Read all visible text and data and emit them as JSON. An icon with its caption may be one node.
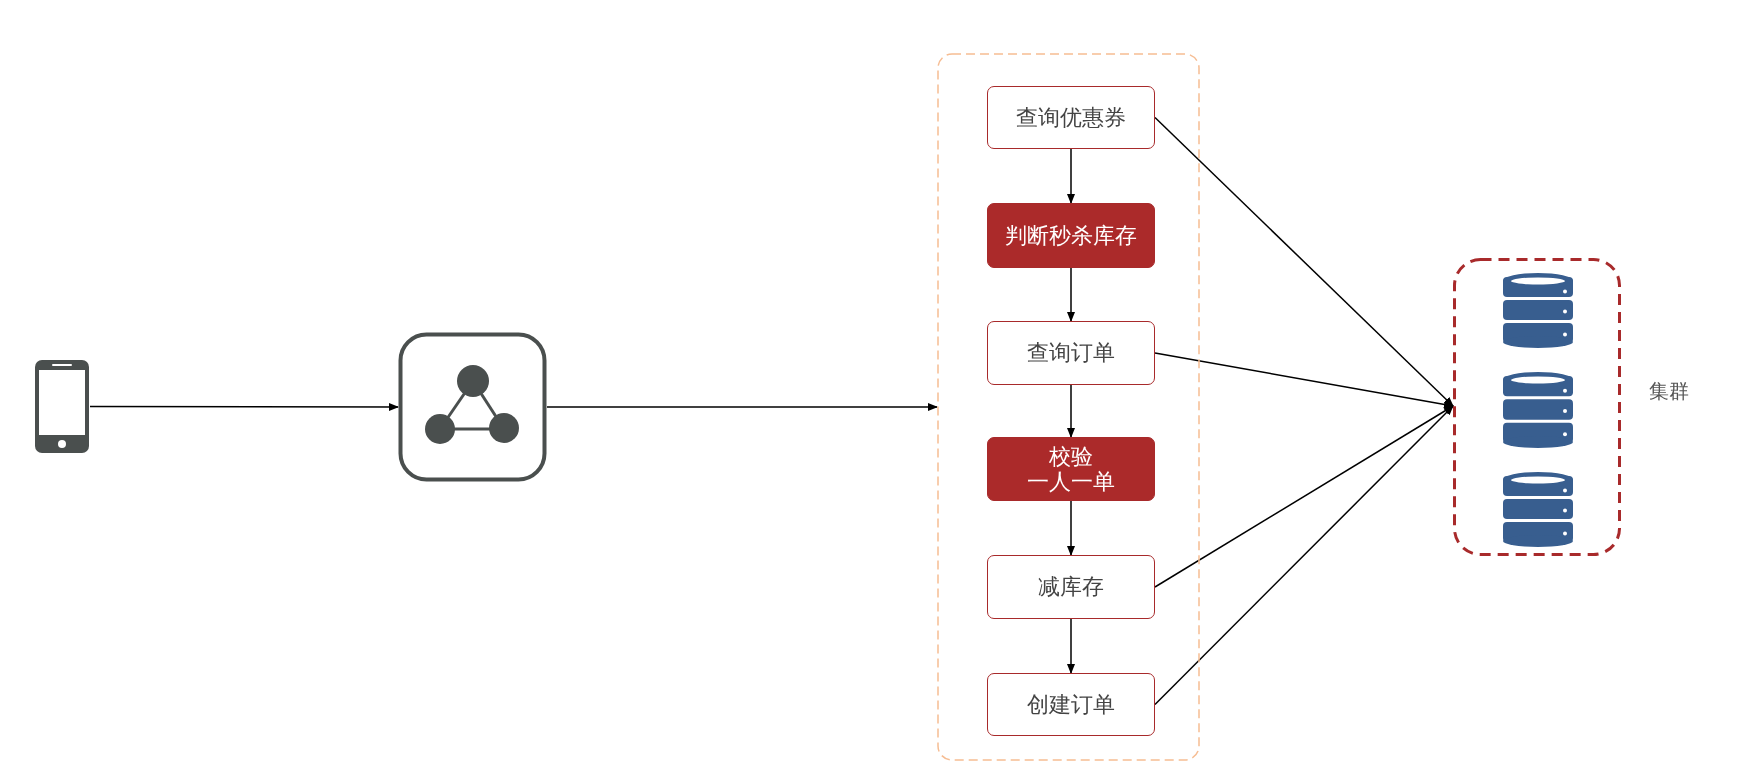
{
  "diagram": {
    "nodes": [
      {
        "text": [],
        "shape": "phone"
      },
      {
        "text": [],
        "shape": "box"
      },
      {
        "text": [],
        "shape": "box"
      },
      {
        "text": [
          "查询优惠券"
        ],
        "in": 2
      },
      {
        "text": [
          "判断秒杀库存"
        ],
        "in": 2
      },
      {
        "text": [
          "查询订单"
        ],
        "in": 2
      },
      {
        "text": [
          "校验一人一单"
        ],
        "in": 2
      },
      {
        "text": [
          "减库存"
        ],
        "in": 2
      },
      {
        "text": [
          "创建订单"
        ],
        "in": 2
      },
      {
        "text": [],
        "shape": "box",
        "beside": [
          "集群"
        ]
      },
      {
        "text": [],
        "shape": "cylinder",
        "in": 9
      },
      {
        "text": [],
        "shape": "cylinder",
        "in": 9
      },
      {
        "text": [],
        "shape": "cylinder",
        "in": 9
      }
    ],
    "edges": [
      {
        "from": 0,
        "to": 1,
        "arrow": "to"
      },
      {
        "from": 1,
        "to": 2,
        "arrow": "to"
      },
      {
        "from": 3,
        "to": 4,
        "arrow": "to"
      },
      {
        "from": 4,
        "to": 5,
        "arrow": "to"
      },
      {
        "from": 5,
        "to": 6,
        "arrow": "to"
      },
      {
        "from": 6,
        "to": 7,
        "arrow": "to"
      },
      {
        "from": 7,
        "to": 8,
        "arrow": "to"
      },
      {
        "from": 3,
        "to": 9,
        "arrow": "to"
      },
      {
        "from": 5,
        "to": 9,
        "arrow": "to"
      },
      {
        "from": 7,
        "to": 9,
        "arrow": "to"
      },
      {
        "from": 8,
        "to": 9,
        "arrow": "to"
      }
    ]
  }
}
